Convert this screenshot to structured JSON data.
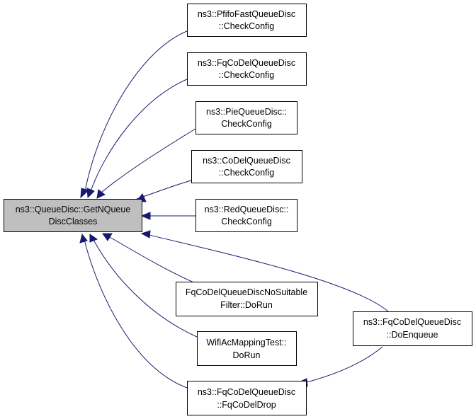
{
  "graph": {
    "root": {
      "line1": "ns3::QueueDisc::GetNQueue",
      "line2": "DiscClasses"
    },
    "callers": [
      {
        "line1": "ns3::PfifoFastQueueDisc",
        "line2": "::CheckConfig"
      },
      {
        "line1": "ns3::FqCoDelQueueDisc",
        "line2": "::CheckConfig"
      },
      {
        "line1": "ns3::PieQueueDisc::",
        "line2": "CheckConfig"
      },
      {
        "line1": "ns3::CoDelQueueDisc",
        "line2": "::CheckConfig"
      },
      {
        "line1": "ns3::RedQueueDisc::",
        "line2": "CheckConfig"
      },
      {
        "line1": "FqCoDelQueueDiscNoSuitable",
        "line2": "Filter::DoRun"
      },
      {
        "line1": "WifiAcMappingTest::",
        "line2": "DoRun"
      },
      {
        "line1": "ns3::FqCoDelQueueDisc",
        "line2": "::FqCoDelDrop"
      },
      {
        "line1": "ns3::FqCoDelQueueDisc",
        "line2": "::DoEnqueue"
      }
    ]
  },
  "colors": {
    "edge": "#191970",
    "root_fill": "#bfbfbf",
    "node_fill": "#ffffff",
    "border": "#000000"
  }
}
